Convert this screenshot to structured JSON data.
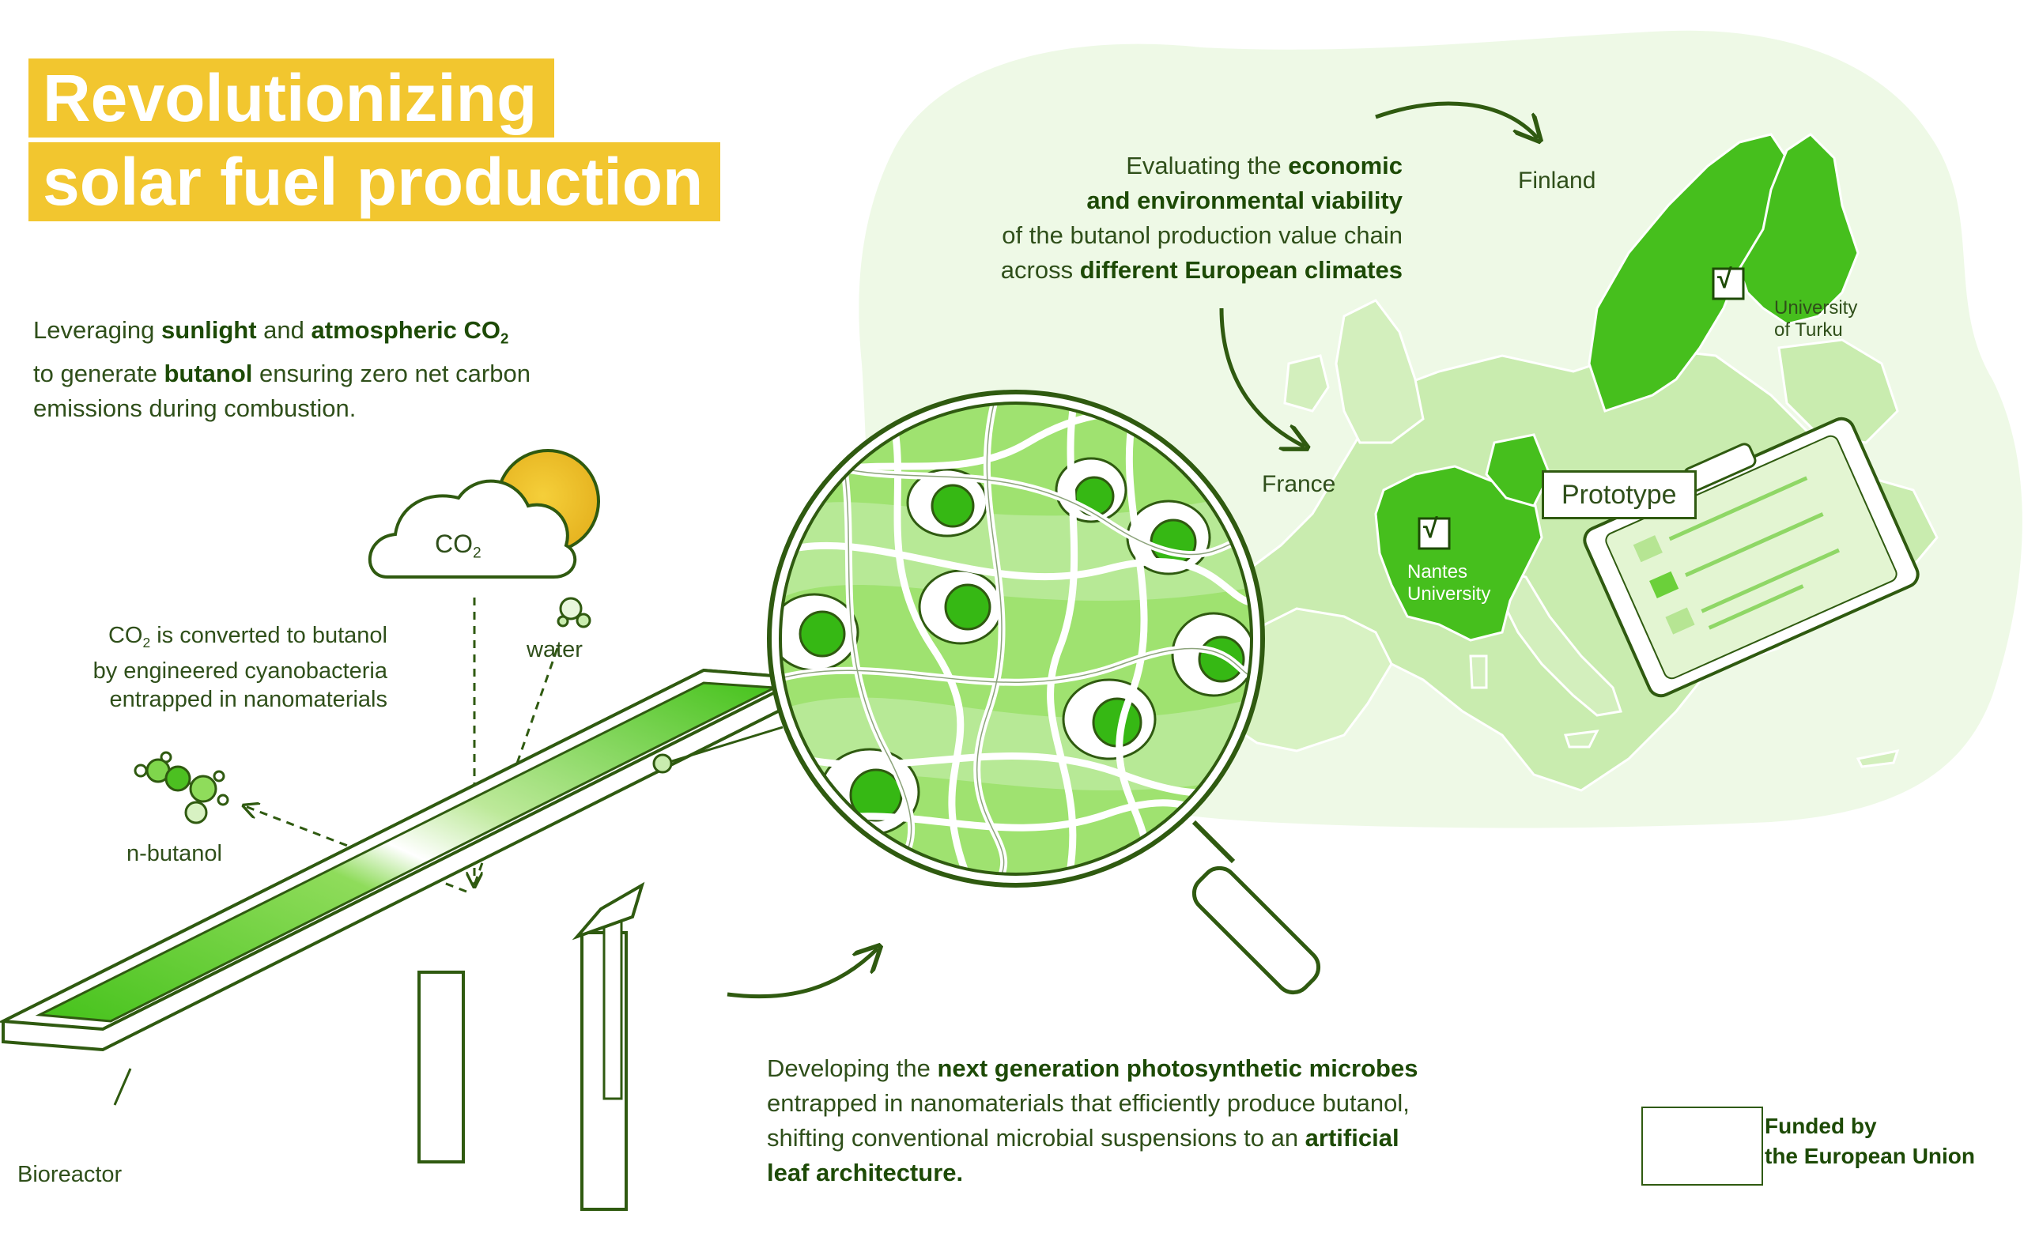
{
  "title": {
    "line1": "Revolutionizing",
    "line2": "solar fuel production"
  },
  "intro": {
    "part1": "Leveraging ",
    "bold1": "sunlight",
    "part2": " and ",
    "bold2": "atmospheric CO",
    "bold2_sub": "2",
    "part3": "to generate ",
    "bold3": "butanol",
    "part4": " ensuring zero net carbon",
    "line3": "emissions during combustion."
  },
  "diagram": {
    "co2_cloud": "CO",
    "co2_sub": "2",
    "water": "water",
    "n_butanol": "n-butanol",
    "bioreactor": "Bioreactor",
    "conversion": {
      "l1a": "CO",
      "l1sub": "2",
      "l1b": " is converted to butanol",
      "l2": "by engineered cyanobacteria",
      "l3": "entrapped in nanomaterials"
    }
  },
  "evaluation": {
    "l1a": "Evaluating the ",
    "l1b": "economic",
    "l2": "and environmental viability",
    "l3": "of the butanol production value chain",
    "l4a": "across ",
    "l4b": "different European climates"
  },
  "map": {
    "finland": "Finland",
    "france": "France",
    "turku_l1": "University",
    "turku_l2": "of Turku",
    "nantes_l1": "Nantes",
    "nantes_l2": "University",
    "prototype": "Prototype",
    "check": "√"
  },
  "development": {
    "l1a": "Developing the ",
    "l1b": "next generation photosynthetic microbes",
    "l2": "entrapped in nanomaterials that efficiently produce butanol,",
    "l3a": "shifting conventional microbial suspensions to an ",
    "l3b": "artificial",
    "l4": "leaf architecture."
  },
  "funding": {
    "l1": "Funded by",
    "l2": "the European Union"
  },
  "colors": {
    "accent_yellow": "#f2c62f",
    "green_bright": "#3cba16",
    "green_light": "#e6f7d9",
    "green_dark": "#1d4a06",
    "outline": "#2f5a10"
  }
}
